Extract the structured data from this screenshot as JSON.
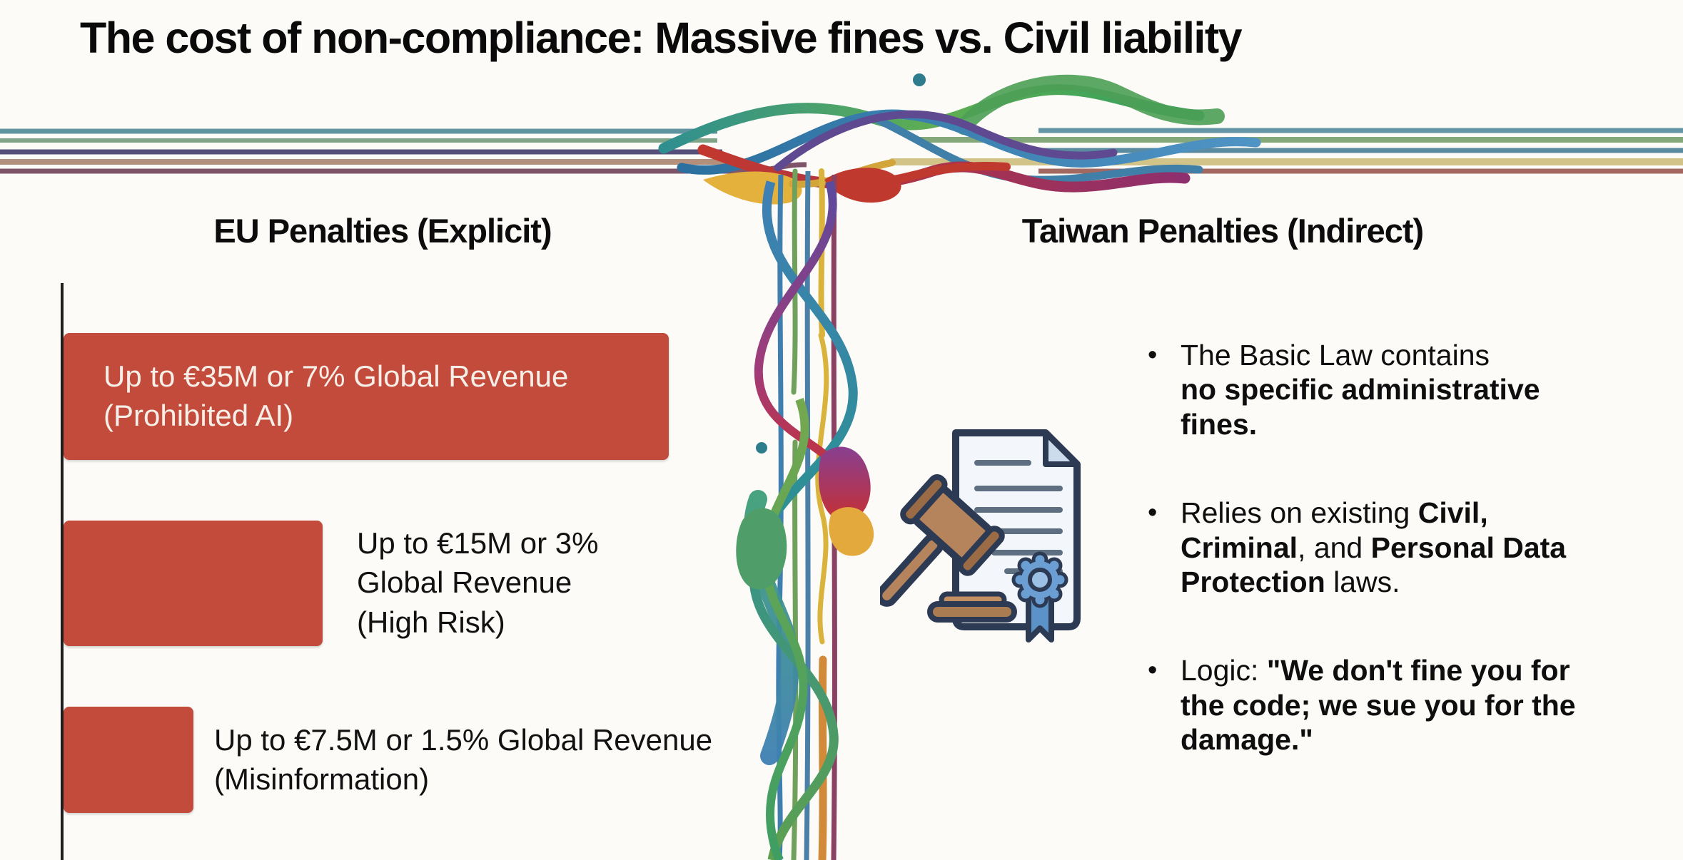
{
  "page": {
    "title": "The cost of non-compliance: Massive fines vs. Civil liability",
    "background_color": "#fcfbf8"
  },
  "left_section": {
    "header": "EU Penalties (Explicit)"
  },
  "right_section": {
    "header": "Taiwan Penalties (Indirect)",
    "bullet_char": "•",
    "icon": "gavel-and-legal-document",
    "bullets": [
      {
        "segments": [
          {
            "text": "The Basic Law contains",
            "bold": false
          },
          {
            "text": "no specific administrative fines.",
            "bold": true
          }
        ]
      },
      {
        "segments": [
          {
            "text": "Relies on existing ",
            "bold": false
          },
          {
            "text": "Civil, Criminal",
            "bold": true
          },
          {
            "text": ", and ",
            "bold": false
          },
          {
            "text": "Personal Data Protection",
            "bold": true
          },
          {
            "text": " laws.",
            "bold": false
          }
        ]
      },
      {
        "segments": [
          {
            "text": "Logic: ",
            "bold": false
          },
          {
            "text": "\"We don't fine you for the code; we sue you for the damage.\"",
            "bold": true
          }
        ]
      }
    ]
  },
  "chart_data": {
    "type": "bar",
    "orientation": "horizontal",
    "title": "EU Penalties (Explicit)",
    "categories": [
      "Prohibited AI",
      "High Risk",
      "Misinformation"
    ],
    "values": [
      35,
      15,
      7.5
    ],
    "value_unit": "million EUR (maximum fine)",
    "alt_values_percent_global_revenue": [
      7,
      3,
      1.5
    ],
    "xlim": [
      0,
      35
    ],
    "grid": false,
    "legend": "none",
    "bar_color": "#c24b3c",
    "bars": [
      {
        "value": 35,
        "label_position": "inside",
        "label_lines": [
          "Up to €35M or 7% Global Revenue",
          "(Prohibited AI)"
        ]
      },
      {
        "value": 15,
        "label_position": "right",
        "label_lines": [
          "Up to €15M or 3%",
          "Global Revenue",
          "(High Risk)"
        ]
      },
      {
        "value": 7.5,
        "label_position": "right",
        "label_lines": [
          "Up to €7.5M or 1.5% Global Revenue",
          "(Misinformation)"
        ]
      }
    ]
  },
  "decoration": {
    "divider_style": "multicolored ribbon lines knotting in center, flowing down as vertical braid",
    "left_line_colors": [
      "#5f93a0",
      "#7fa488",
      "#55507a",
      "#b3907c",
      "#7d5468"
    ],
    "right_line_colors": [
      "#6594a4",
      "#85a87a",
      "#5b8ba0",
      "#d2c489",
      "#a3685f"
    ]
  }
}
